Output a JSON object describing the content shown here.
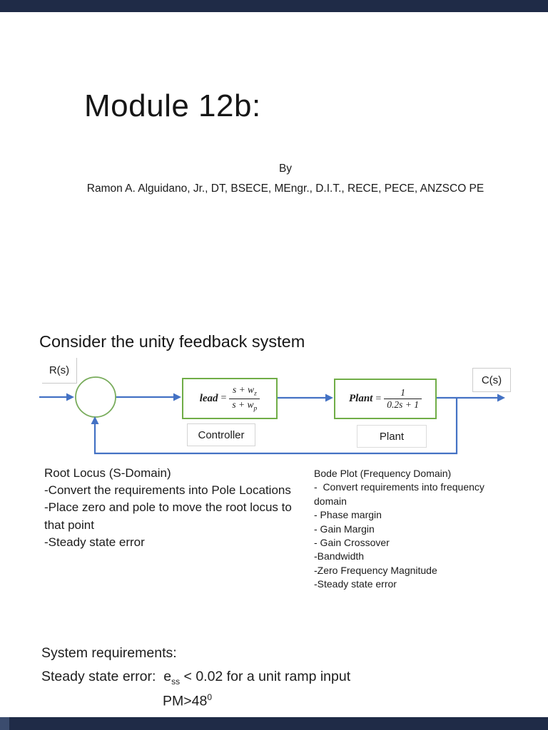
{
  "colors": {
    "navy_bar": "#1f2b47",
    "line_blue": "#4472c4",
    "block_green": "#70ad47"
  },
  "header": {
    "title": "Module 12b:",
    "byline": "By",
    "author": "Ramon A. Alguidano, Jr., DT, BSECE, MEngr., D.I.T., RECE, PECE, ANZSCO PE"
  },
  "section": {
    "heading": "Consider the unity feedback system"
  },
  "diagram": {
    "input_label": "R(s)",
    "output_label": "C(s)",
    "controller_caption": "Controller",
    "plant_caption": "Plant",
    "controller_formula": {
      "name": "lead",
      "eq": "=",
      "num_main": "s + w",
      "num_sub": "z",
      "den_main": "s + w",
      "den_sub": "p"
    },
    "plant_formula": {
      "name": "Plant",
      "eq": "=",
      "num_main": "1",
      "den_main": "0.2s + 1"
    }
  },
  "notes": {
    "root_locus": {
      "lines": [
        "Root Locus (S-Domain)",
        "-Convert the requirements into Pole Locations",
        "-Place zero and pole to move the root locus to",
        "that point",
        "-Steady state error"
      ]
    },
    "bode": {
      "lines": [
        "Bode Plot (Frequency Domain)",
        "-  Convert requirements into frequency",
        "domain",
        "- Phase margin",
        "- Gain Margin",
        "- Gain Crossover",
        "-Bandwidth",
        "-Zero Frequency Magnitude",
        "-Steady state error"
      ]
    }
  },
  "requirements": {
    "heading": "System requirements:",
    "sse_prefix": "Steady state error:  e",
    "sse_sub": "ss",
    "sse_suffix": " < 0.02 for a unit ramp input",
    "pm_main": "PM>48",
    "pm_sup": "0"
  }
}
